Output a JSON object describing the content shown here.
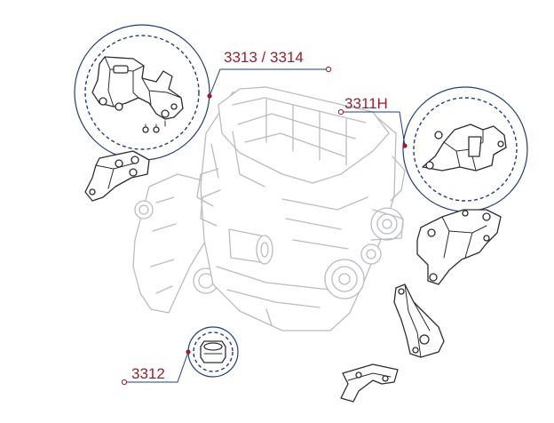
{
  "callouts": {
    "upper_left": {
      "label": "3313 / 3314",
      "color": "#9a1e2b"
    },
    "upper_right": {
      "label": "3311H",
      "color": "#9a1e2b"
    },
    "lower_left": {
      "label": "3312",
      "color": "#9a1e2b"
    }
  },
  "colors": {
    "label": "#9a1e2b",
    "leader": "#1f3f7a",
    "engine_outline": "#b9bcc2",
    "part_outline": "#2b2d33"
  }
}
